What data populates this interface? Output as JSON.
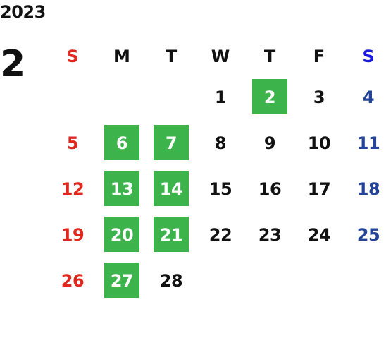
{
  "calendar": {
    "year": "2023",
    "month": "2",
    "weekdays": [
      "S",
      "M",
      "T",
      "W",
      "T",
      "F",
      "S"
    ],
    "first_weekday_index": 3,
    "days": [
      {
        "label": "1",
        "highlight": false
      },
      {
        "label": "2",
        "highlight": true
      },
      {
        "label": "3",
        "highlight": false
      },
      {
        "label": "4",
        "highlight": false
      },
      {
        "label": "5",
        "highlight": false
      },
      {
        "label": "6",
        "highlight": true
      },
      {
        "label": "7",
        "highlight": true
      },
      {
        "label": "8",
        "highlight": false
      },
      {
        "label": "9",
        "highlight": false
      },
      {
        "label": "10",
        "highlight": false
      },
      {
        "label": "11",
        "highlight": false
      },
      {
        "label": "12",
        "highlight": false
      },
      {
        "label": "13",
        "highlight": true
      },
      {
        "label": "14",
        "highlight": true
      },
      {
        "label": "15",
        "highlight": false
      },
      {
        "label": "16",
        "highlight": false
      },
      {
        "label": "17",
        "highlight": false
      },
      {
        "label": "18",
        "highlight": false
      },
      {
        "label": "19",
        "highlight": false
      },
      {
        "label": "20",
        "highlight": true
      },
      {
        "label": "21",
        "highlight": true
      },
      {
        "label": "22",
        "highlight": false
      },
      {
        "label": "23",
        "highlight": false
      },
      {
        "label": "24",
        "highlight": false
      },
      {
        "label": "25",
        "highlight": false
      },
      {
        "label": "26",
        "highlight": false
      },
      {
        "label": "27",
        "highlight": true
      },
      {
        "label": "28",
        "highlight": false
      }
    ]
  },
  "colors": {
    "highlight": "#3cb44b",
    "sunday": "#e0281e",
    "saturday_header": "#1a1adf",
    "saturday": "#24449a",
    "text": "#111111"
  }
}
